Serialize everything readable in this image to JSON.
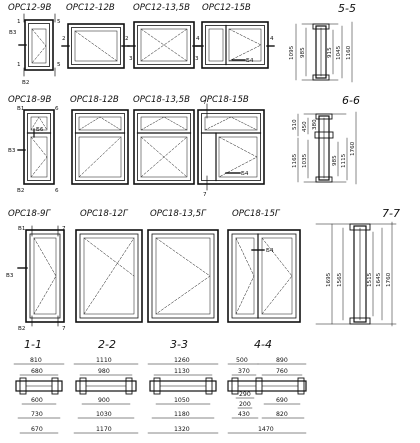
{
  "row1": {
    "windows": [
      "ОРС12-9В",
      "ОРС12-12В",
      "ОРС12-13,5В",
      "ОРС12-15В"
    ],
    "marks": [
      "В3",
      "1",
      "5",
      "В2",
      "1",
      "5",
      "2",
      "2",
      "3",
      "3",
      "4",
      "4",
      "Б4"
    ]
  },
  "row2": {
    "windows": [
      "ОРС18-9В",
      "ОРС18-12В",
      "ОРС18-13,5В",
      "ОРС18-15В"
    ],
    "marks": [
      "В1",
      "6",
      "Б6",
      "В3",
      "В2",
      "6",
      "7",
      "7",
      "Б4"
    ]
  },
  "row3": {
    "windows": [
      "ОРС18-9Г",
      "ОРС18-12Г",
      "ОРС18-13,5Г",
      "ОРС18-15Г"
    ],
    "marks": [
      "В1",
      "7",
      "В3",
      "В2",
      "7",
      "Б4"
    ]
  },
  "section_5_5": {
    "title": "5-5",
    "dims": [
      "1095",
      "985",
      "915",
      "1045",
      "1160"
    ]
  },
  "section_6_6": {
    "title": "6-6",
    "dims": [
      "510",
      "450",
      "380",
      "1165",
      "1035",
      "985",
      "1115",
      "1760"
    ]
  },
  "section_7_7": {
    "title": "7-7",
    "dims": [
      "1695",
      "1565",
      "1515",
      "1645",
      "1760"
    ]
  },
  "plan_1_1": {
    "title": "1-1",
    "top": [
      "810",
      "680"
    ],
    "bottom": [
      "600",
      "730",
      "670"
    ]
  },
  "plan_2_2": {
    "title": "2-2",
    "top": [
      "1110",
      "980"
    ],
    "bottom": [
      "900",
      "1030",
      "1170"
    ]
  },
  "plan_3_3": {
    "title": "3-3",
    "top": [
      "1260",
      "1130"
    ],
    "bottom": [
      "1050",
      "1180",
      "1320"
    ]
  },
  "plan_4_4": {
    "title": "4-4",
    "top": [
      "500",
      "370",
      "890",
      "760"
    ],
    "mid": [
      "290",
      "200",
      "430",
      "690",
      "820"
    ],
    "bottom": [
      "1470"
    ]
  }
}
